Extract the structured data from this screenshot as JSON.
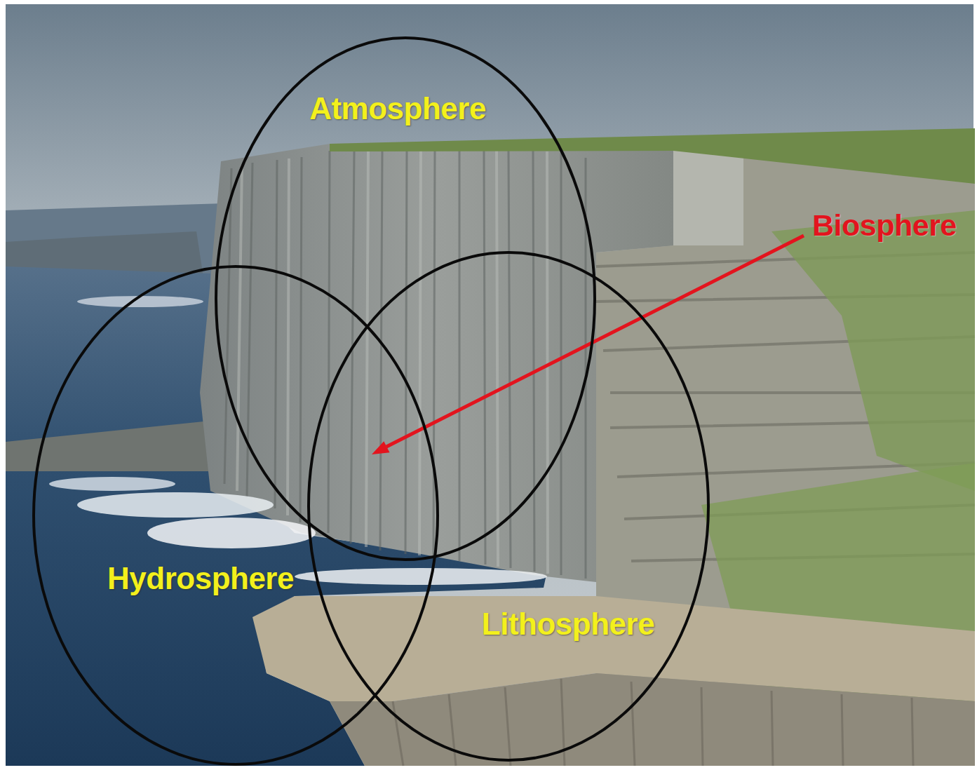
{
  "diagram": {
    "nodes": [
      {
        "text": [
          "Atmosphere"
        ]
      },
      {
        "text": [
          "Hydrosphere"
        ]
      },
      {
        "text": [
          "Lithosphere"
        ]
      }
    ],
    "labels": [
      "Biosphere"
    ]
  }
}
